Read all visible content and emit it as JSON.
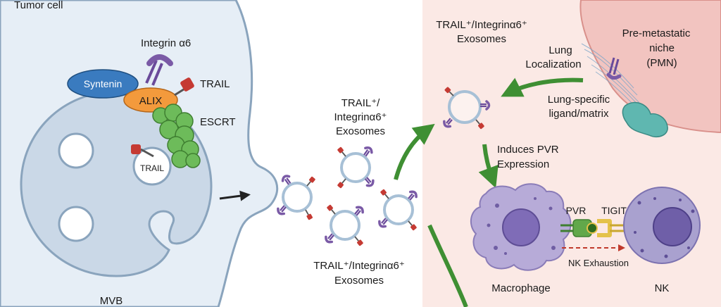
{
  "labels": {
    "tumor_cell": "Tumor cell",
    "integrin": "Integrin α6",
    "syntenin": "Syntenin",
    "alix": "ALIX",
    "trail": "TRAIL",
    "escrt": "ESCRT",
    "trail_inner": "TRAIL",
    "mvb": "MVB",
    "exo_mid_l1": "TRAIL⁺/",
    "exo_mid_l2": "Integrinα6⁺",
    "exo_mid_l3": "Exosomes",
    "exo_bottom_l1": "TRAIL⁺/Integrinα6⁺",
    "exo_bottom_l2": "Exosomes",
    "exo_top_l1": "TRAIL⁺/Integrinα6⁺",
    "exo_top_l2": "Exosomes",
    "lung_loc_l1": "Lung",
    "lung_loc_l2": "Localization",
    "pmn_l1": "Pre-metastatic",
    "pmn_l2": "niche",
    "pmn_l3": "(PMN)",
    "ligand_l1": "Lung-specific",
    "ligand_l2": "ligand/matrix",
    "pvr_expr_l1": "Induces PVR",
    "pvr_expr_l2": "Expression",
    "pvr": "PVR",
    "tigit": "TIGIT",
    "nk_exhaustion": "NK Exhaustion",
    "macrophage": "Macrophage",
    "nk": "NK"
  },
  "colors": {
    "cell_fill": "#e6eef6",
    "cell_stroke": "#8aa4bd",
    "right_panel": "#fbe9e5",
    "pmn_tissue": "#f2c4c0",
    "syntenin": "#3a7bbf",
    "alix": "#f39a3c",
    "escrt": "#6dbb5a",
    "integrin": "#7a5aa6",
    "trail": "#c53a33",
    "arrow_green": "#3f8f33",
    "macrophage": "#b7abd8",
    "nk": "#a9a1cf",
    "pvr": "#62a84a",
    "tigit": "#e4c24a",
    "exhaustion": "#c0392b"
  }
}
